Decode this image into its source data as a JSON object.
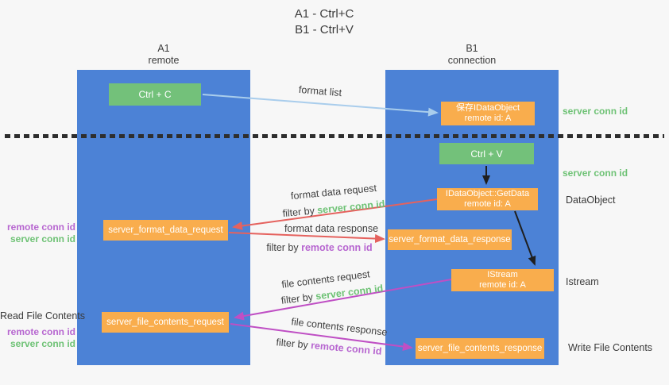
{
  "title": {
    "line1": "A1 - Ctrl+C",
    "line2": "B1 - Ctrl+V"
  },
  "lanes": {
    "left": {
      "line1": "A1",
      "line2": "remote"
    },
    "right": {
      "line1": "B1",
      "line2": "connection"
    }
  },
  "nodes": {
    "ctrl_c": {
      "label": "Ctrl + C"
    },
    "ctrl_v": {
      "label": "Ctrl + V"
    },
    "save_dataobject": {
      "line1": "保存IDataObject",
      "line2": "remote id: A"
    },
    "getdata": {
      "line1": "IDataObject::GetData",
      "line2": "remote id: A"
    },
    "istream": {
      "line1": "IStream",
      "line2": "remote id: A"
    },
    "format_request": {
      "label": "server_format_data_request"
    },
    "format_response": {
      "label": "server_format_data_response"
    },
    "file_request": {
      "label": "server_file_contents_request"
    },
    "file_response": {
      "label": "server_file_contents_response"
    }
  },
  "arrows": {
    "format_list": {
      "label": "format list"
    },
    "format_data_request": {
      "label": "format data request",
      "filter_prefix": "filter by ",
      "filter_key": "server conn id"
    },
    "format_data_response": {
      "label": "format data response",
      "filter_prefix": "filter by ",
      "filter_key": "remote conn id"
    },
    "file_contents_request": {
      "label": "file contents request",
      "filter_prefix": "filter by ",
      "filter_key": "server conn id"
    },
    "file_contents_response": {
      "label": "file contents response",
      "filter_prefix": "filter by ",
      "filter_key": "remote conn id"
    }
  },
  "side_labels": {
    "right_server_conn_top": "server conn id",
    "right_server_conn_mid": "server conn id",
    "right_dataobject": "DataObject",
    "right_istream": "Istream",
    "right_write_file": "Write File Contents",
    "left_remote_conn_1": "remote conn id",
    "left_server_conn_1": "server conn id",
    "left_read_file": "Read File Contents",
    "left_remote_conn_2": "remote conn id",
    "left_server_conn_2": "server conn id"
  },
  "colors": {
    "lane_blue": "#4c82d6",
    "box_green": "#73c17a",
    "box_orange": "#f9ad4d",
    "label_green": "#6ec275",
    "label_purple": "#b766d0",
    "arrow_red": "#e5625e",
    "arrow_magenta": "#bf4fc4",
    "arrow_lightblue": "#a9cdec",
    "arrow_black": "#1f1f1f"
  }
}
